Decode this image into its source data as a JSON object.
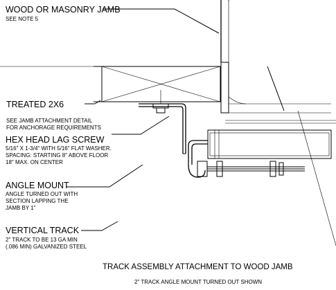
{
  "labels": {
    "jamb": {
      "title": "WOOD OR MASONRY JAMB",
      "note": "SEE NOTE 5"
    },
    "treated": {
      "title": "TREATED 2X6"
    },
    "detail": {
      "line1": "SEE JAMB ATTACHMENT DETAIL",
      "line2": "FOR ANCHORAGE REQUIREMENTS"
    },
    "lag": {
      "title": "HEX HEAD LAG SCREW",
      "line1": "5/16\" X 1-3/4\" WITH 5/16\" FLAT WASHER.",
      "line2": "SPACING: STARTING 8\" ABOVE FLOOR",
      "line3": "18\" MAX. ON CENTER"
    },
    "angle": {
      "title": "ANGLE MOUNT",
      "line1": "ANGLE TURNED OUT WITH",
      "line2": "SECTION LAPPING THE",
      "line3": "JAMB BY 1\""
    },
    "track": {
      "title": "VERTICAL TRACK",
      "line1": "2\" TRACK TO BE 13 GA MIN",
      "line2": "(.086 MIN) GALVANIZED STEEL"
    }
  },
  "caption": {
    "title": "TRACK ASSEMBLY ATTACHMENT TO WOOD JAMB",
    "subtitle": "2\" TRACK ANGLE MOUNT TURNED OUT SHOWN"
  }
}
